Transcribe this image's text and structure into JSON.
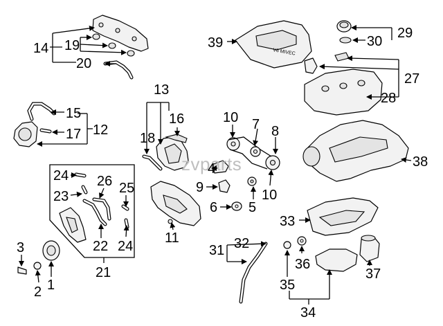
{
  "diagram": {
    "watermark": "zvparts",
    "cover_logo_text": "V6 MIVEC",
    "callouts": {
      "c1": "1",
      "c2": "2",
      "c3": "3",
      "c4": "4",
      "c5": "5",
      "c6": "6",
      "c7": "7",
      "c8": "8",
      "c9": "9",
      "c10a": "10",
      "c10b": "10",
      "c11": "11",
      "c12": "12",
      "c13": "13",
      "c14": "14",
      "c15": "15",
      "c16": "16",
      "c17": "17",
      "c18": "18",
      "c19": "19",
      "c20": "20",
      "c21": "21",
      "c22": "22",
      "c23": "23",
      "c24a": "24",
      "c24b": "24",
      "c25": "25",
      "c26": "26",
      "c27": "27",
      "c28": "28",
      "c29": "29",
      "c30": "30",
      "c31": "31",
      "c32": "32",
      "c33": "33",
      "c34": "34",
      "c35": "35",
      "c36": "36",
      "c37": "37",
      "c38": "38",
      "c39": "39"
    }
  }
}
